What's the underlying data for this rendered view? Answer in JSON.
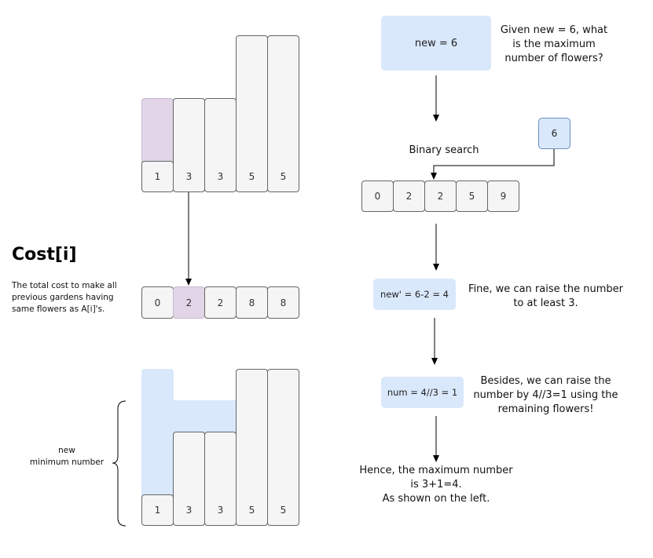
{
  "top_bars": [
    "1",
    "3",
    "3",
    "5",
    "5"
  ],
  "cost_array": [
    "0",
    "2",
    "2",
    "8",
    "8"
  ],
  "cost": {
    "title": "Cost[i]",
    "description": "The total cost to make all\nprevious gardens having\nsame flowers as A[i]'s."
  },
  "bottom_bars": [
    "1",
    "3",
    "3",
    "5",
    "5"
  ],
  "brace_label": "new\nminimum number",
  "flow": {
    "new_box": "new = 6",
    "question": "Given new = 6, what\nis the maximum\nnumber of flowers?",
    "binary_search_label": "Binary search",
    "search_value": "6",
    "search_array": [
      "0",
      "2",
      "2",
      "5",
      "9"
    ],
    "new_prime_box": "new' = 6-2 = 4",
    "fine_note": "Fine, we can raise the number\nto at least 3.",
    "num_box": "num = 4//3 = 1",
    "besides_note": "Besides, we can raise the\nnumber by 4//3=1 using the\nremaining flowers!",
    "conclusion": "Hence, the maximum number\nis 3+1=4.\nAs shown on the left."
  },
  "colors": {
    "purple": "#e1d5e7",
    "light_blue": "#dae8fc",
    "cell": "#f5f5f5"
  }
}
